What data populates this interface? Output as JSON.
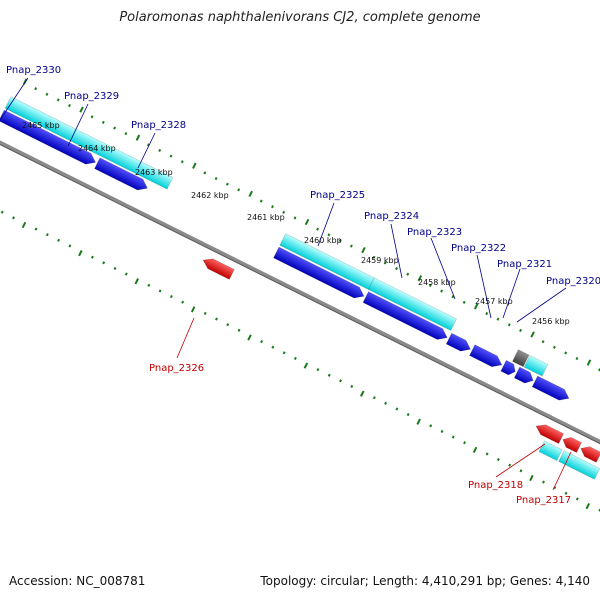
{
  "map": {
    "title": "Polaromonas naphthalenivorans CJ2, complete genome",
    "accession": "Accession: NC_008781",
    "topology": "Topology: circular; Length: 4,410,291 bp; Genes: 4,140"
  },
  "kbp_ticks": [
    "2465 kbp",
    "2464 kbp",
    "2463 kbp",
    "2462 kbp",
    "2461 kbp",
    "2460 kbp",
    "2459 kbp",
    "2458 kbp",
    "2457 kbp",
    "2456 kbp"
  ],
  "forward_gene_labels": [
    "Pnap_2330",
    "Pnap_2329",
    "Pnap_2328",
    "Pnap_2325",
    "Pnap_2324",
    "Pnap_2323",
    "Pnap_2322",
    "Pnap_2321",
    "Pnap_2320"
  ],
  "reverse_gene_labels": [
    "Pnap_2326",
    "Pnap_2318",
    "Pnap_2317"
  ],
  "colors": {
    "forward_gene": "#0000e0",
    "reverse_gene": "#e00000",
    "cds_feature": "#00e0e0",
    "other_feature": "#606060",
    "tick": "#1a7a1a",
    "backbone": "#8a8a8a",
    "forward_label": "#00008b",
    "reverse_label": "#c00000"
  }
}
